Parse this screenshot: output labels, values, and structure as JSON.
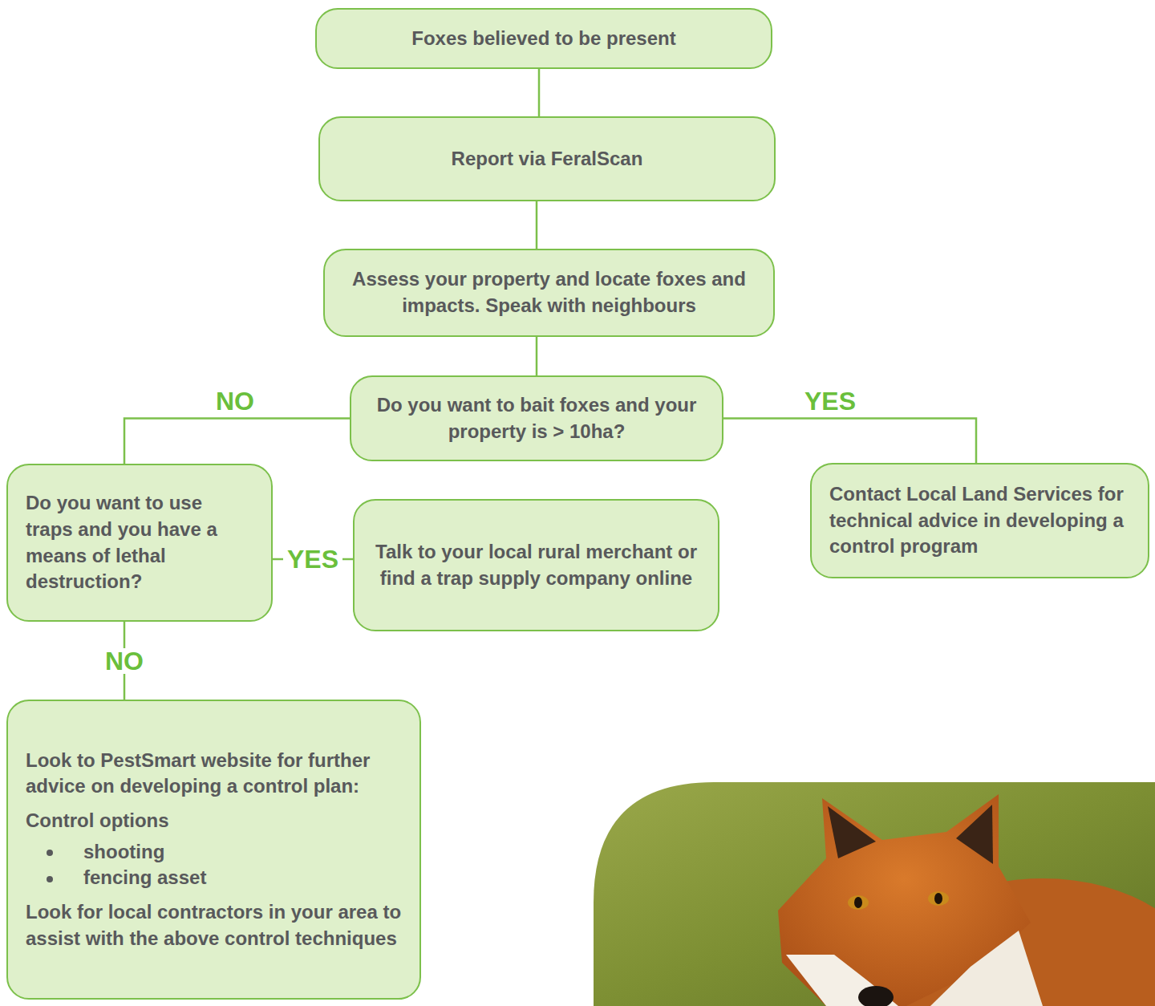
{
  "diagram": {
    "nodes": [
      {
        "text": [
          "Foxes believed to be present"
        ]
      },
      {
        "text": [
          "Report via FeralScan"
        ]
      },
      {
        "text": [
          "Assess your property and locate foxes and impacts. Speak with neighbours"
        ]
      },
      {
        "text": [
          "Do you want to bait foxes and your property is > 10ha?"
        ]
      },
      {
        "text": [
          "Do you want to use traps and you have a means of lethal destruction?"
        ]
      },
      {
        "text": [
          "Talk to your local rural merchant or find a trap supply company online"
        ]
      },
      {
        "text": [
          "Contact Local Land Services for technical advice in developing a control program"
        ]
      },
      {
        "text": [
          "Look to PestSmart website for further advice on developing a control plan:",
          "Control options",
          "shooting",
          "fencing asset",
          "Look for local contractors in your area to assist with the above control techniques"
        ]
      }
    ],
    "edges": [
      {
        "from": 0,
        "to": 1,
        "arrow": "none"
      },
      {
        "from": 1,
        "to": 2,
        "arrow": "none"
      },
      {
        "from": 2,
        "to": 3,
        "arrow": "none"
      },
      {
        "from": 3,
        "to": 4,
        "label": "NO",
        "arrow": "none"
      },
      {
        "from": 3,
        "to": 6,
        "label": "YES",
        "arrow": "none"
      },
      {
        "from": 4,
        "to": 5,
        "label": "YES",
        "arrow": "none"
      },
      {
        "from": 4,
        "to": 7,
        "label": "NO",
        "arrow": "none"
      }
    ]
  }
}
